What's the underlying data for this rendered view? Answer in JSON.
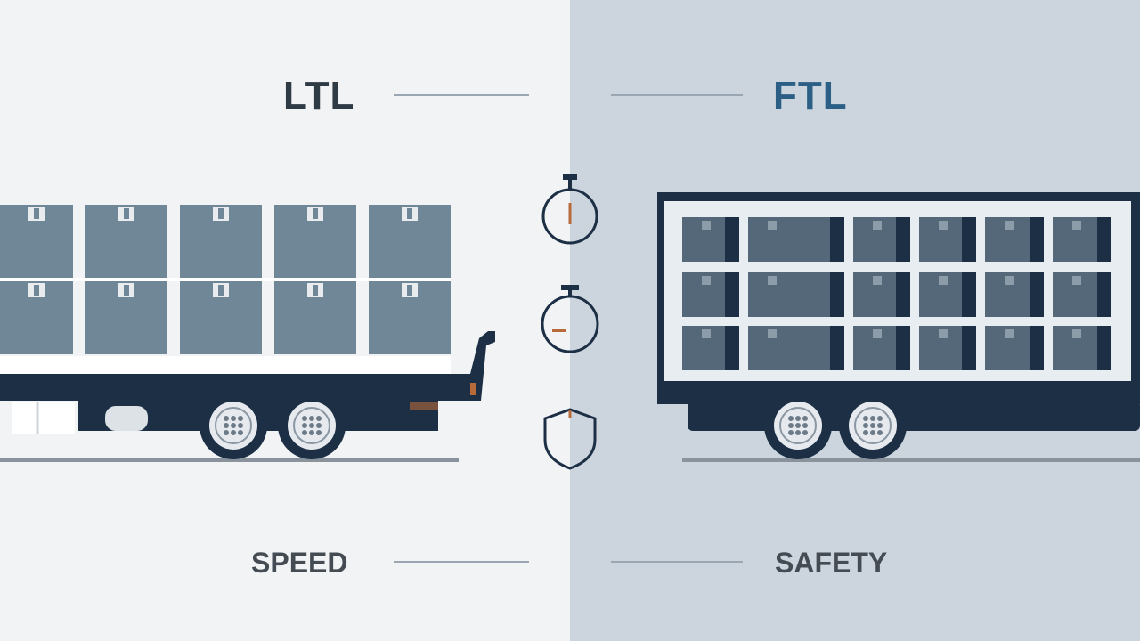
{
  "comparison": {
    "left": {
      "heading": "LTL",
      "label": "SPEED"
    },
    "right": {
      "heading": "FTL",
      "label": "SAFETY"
    }
  },
  "colors": {
    "left_background": "#f1f3f5",
    "right_background": "#ccd5de",
    "truck_navy": "#1c2f45",
    "box_slate": "#6f8797",
    "ftl_heading": "#2b5f86",
    "ltl_heading": "#2e3a44"
  },
  "icons": [
    "stopwatch-icon",
    "timer-icon",
    "shield-icon"
  ]
}
